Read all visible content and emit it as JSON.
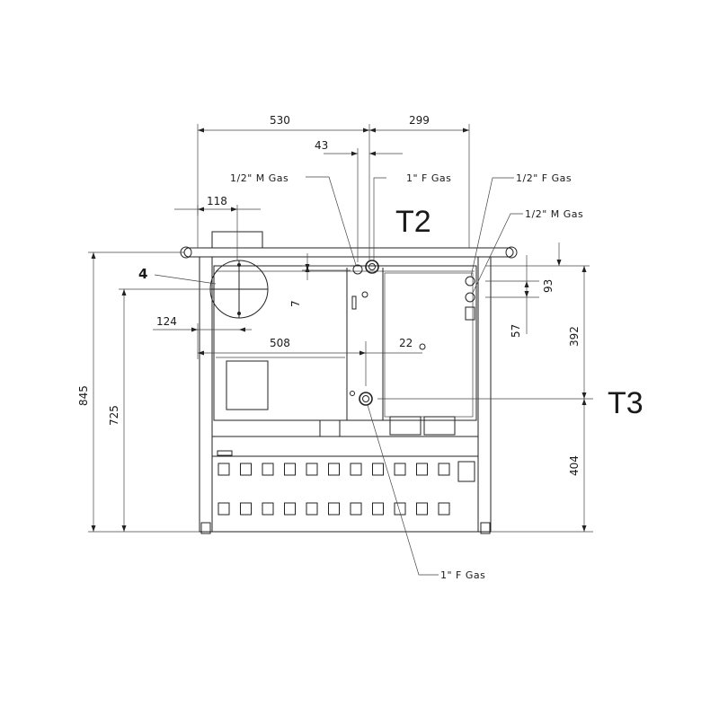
{
  "dimensions": {
    "d530": "530",
    "d299": "299",
    "d43": "43",
    "d118": "118",
    "d124": "124",
    "d508": "508",
    "d22": "22",
    "d7": "7",
    "d93": "93",
    "d57": "57",
    "d392": "392",
    "d404": "404",
    "d845": "845",
    "d725": "725"
  },
  "labels": {
    "half_m_gas_left": "1/2\" M Gas",
    "one_f_gas_top": "1\" F Gas",
    "half_f_gas_right": "1/2\" F Gas",
    "half_m_gas_right": "1/2\" M Gas",
    "one_f_gas_bottom": "1\" F Gas",
    "item_4": "4"
  },
  "tags": {
    "t2": "T2",
    "t3": "T3"
  }
}
